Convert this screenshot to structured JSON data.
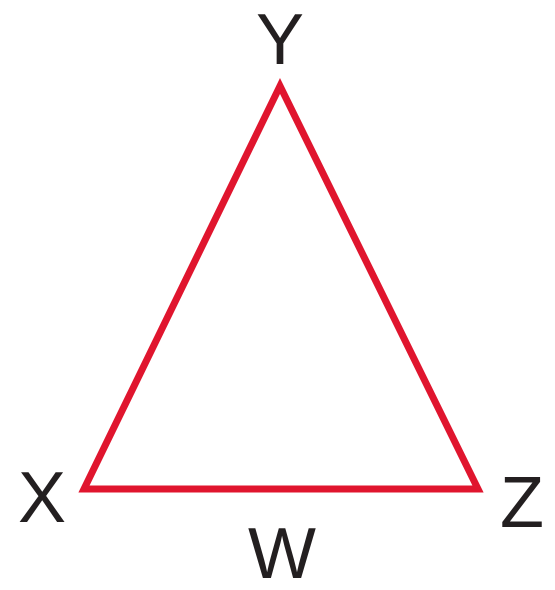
{
  "diagram": {
    "shape": "triangle",
    "stroke_color": "#e0152e",
    "label_color": "#231f20",
    "background": "#ffffff",
    "labels": {
      "top": "Y",
      "left": "X",
      "right": "Z",
      "bottom": "W"
    }
  }
}
